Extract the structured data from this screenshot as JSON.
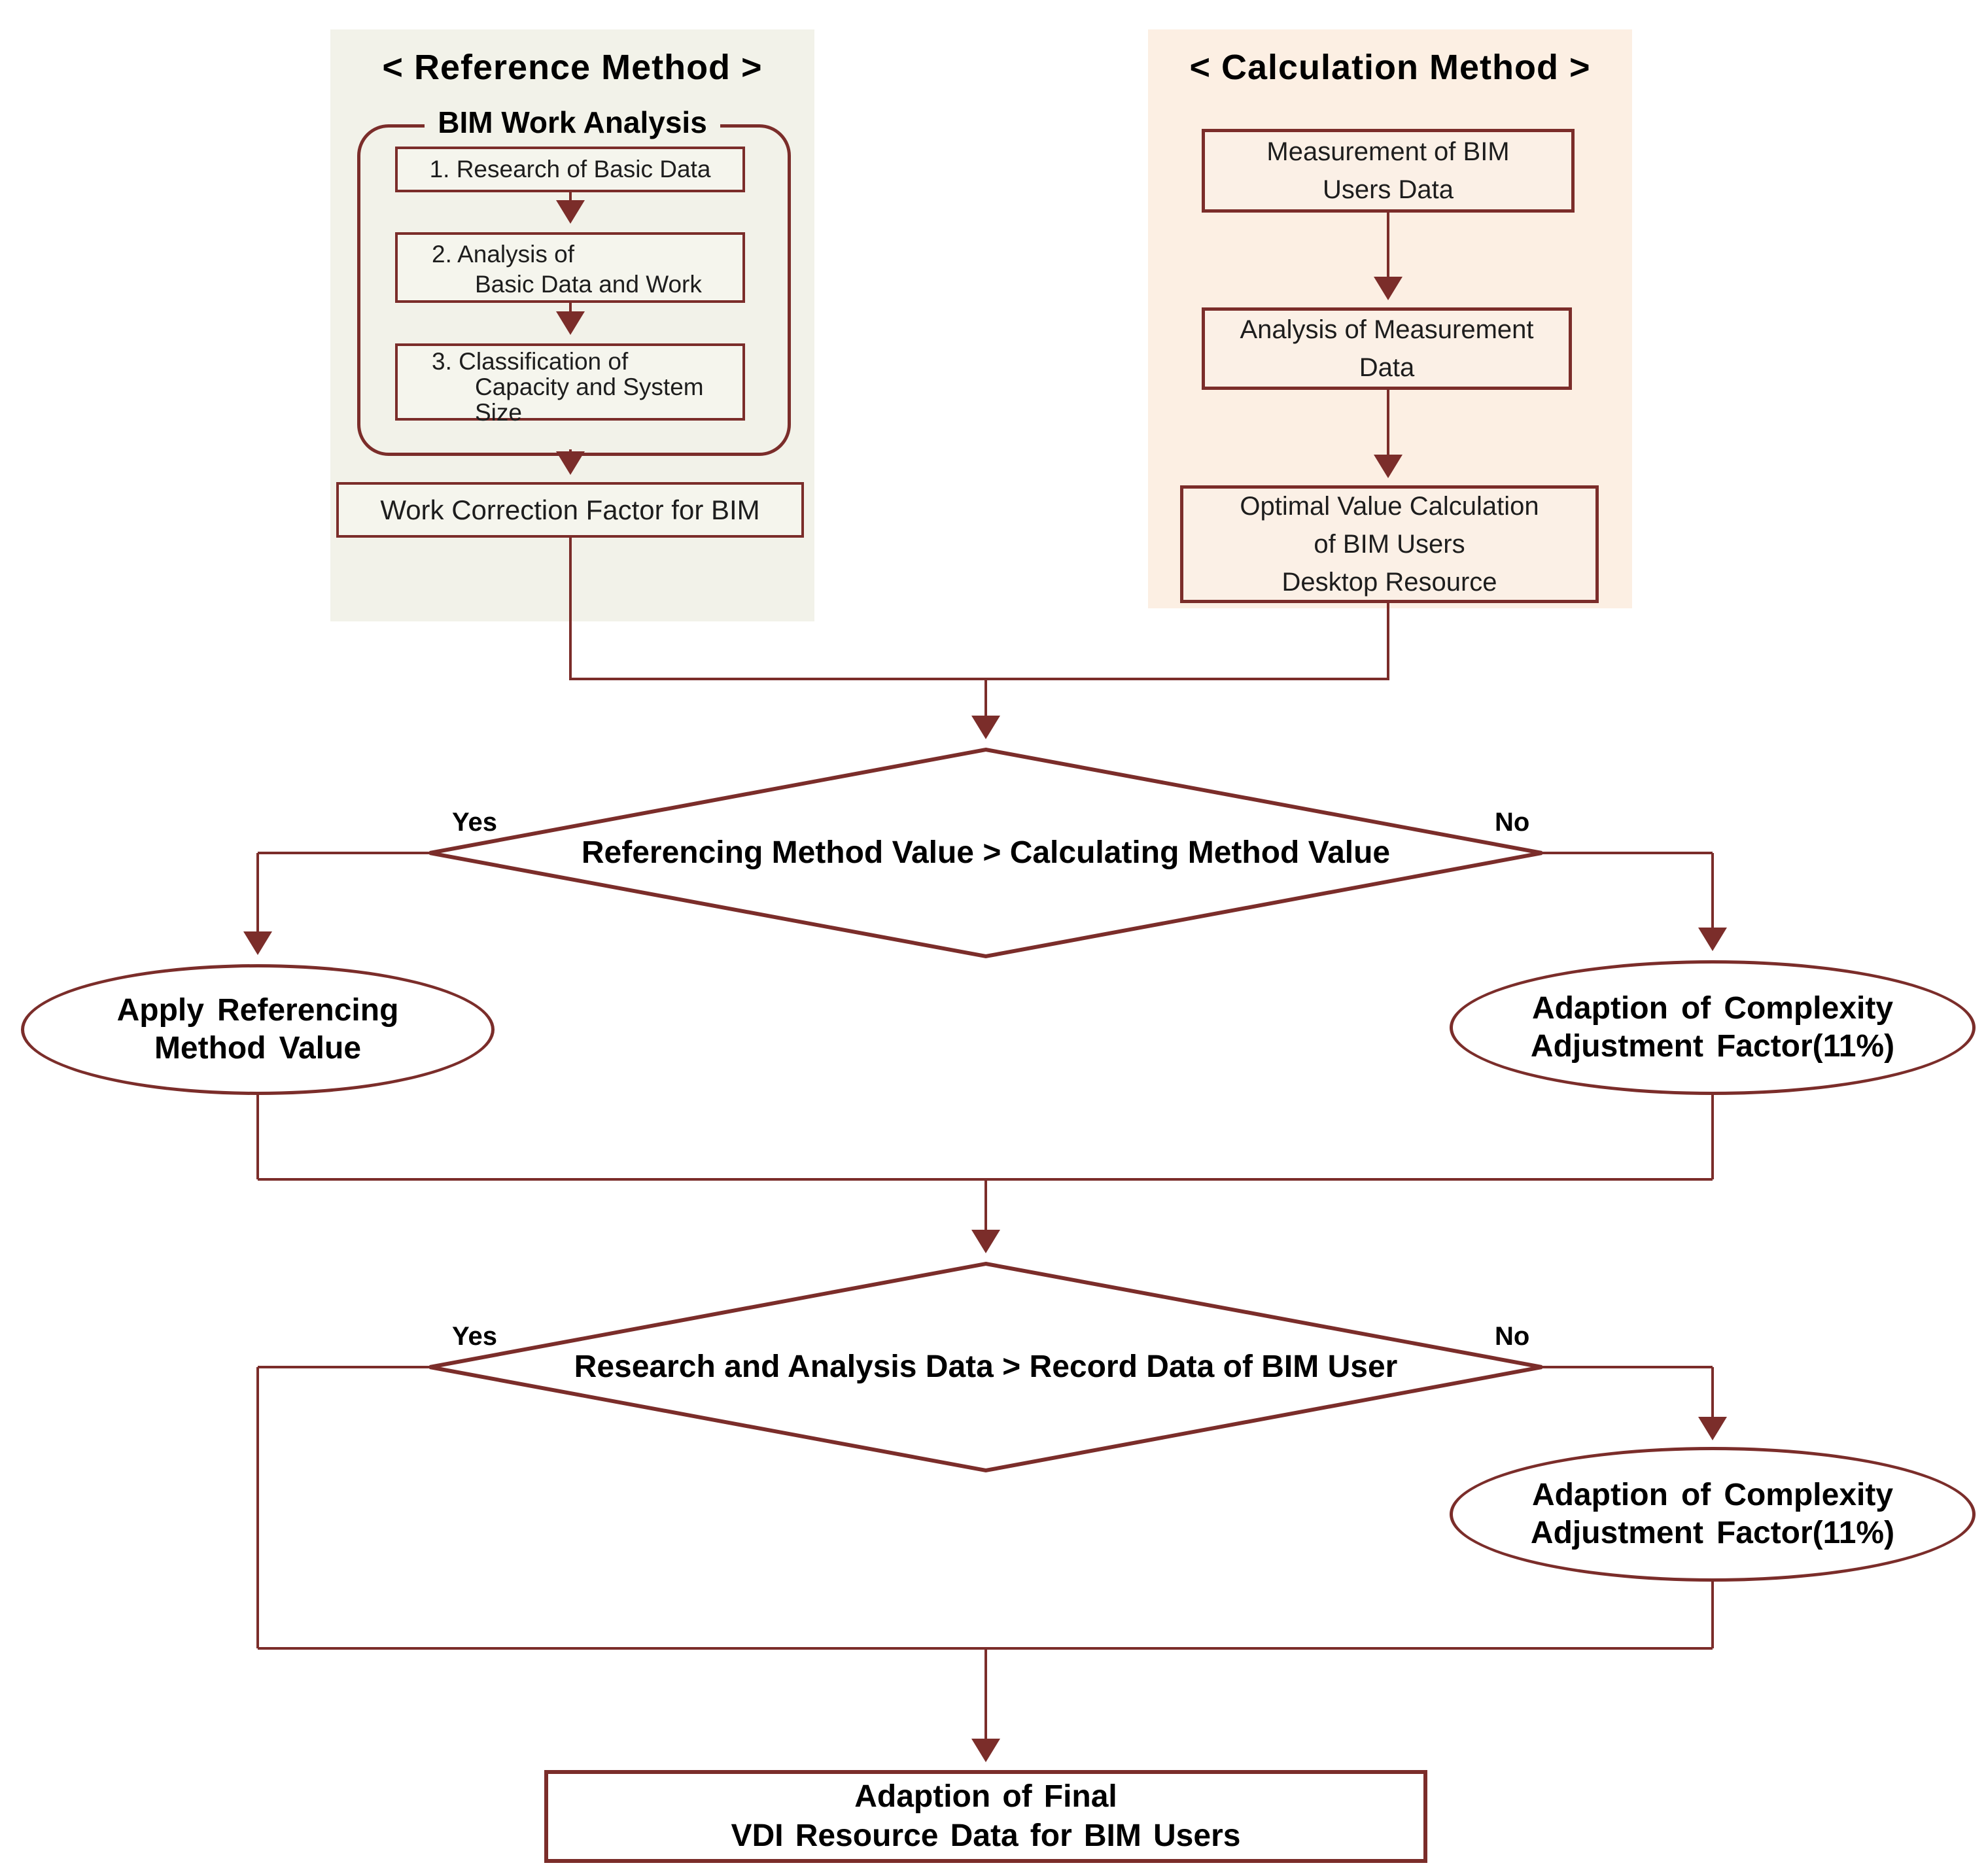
{
  "colors": {
    "stroke": "#7b2d2a",
    "panel_left_bg": "#f2f2e9",
    "panel_right_bg": "#fcefe3",
    "box_left_bg": "#f5f5ed",
    "box_right_bg": "#fbf0e6",
    "node_bg": "#ffffff",
    "text": "#000000"
  },
  "reference_panel": {
    "title": "< Reference Method >",
    "group_label": "BIM Work Analysis",
    "step1": "1. Research of Basic Data",
    "step2_line1": "2. Analysis of",
    "step2_line2": "Basic Data and Work",
    "step3_line1": "3. Classification of",
    "step3_line2": "Capacity and System",
    "step3_line3": "Size",
    "result_box": "Work Correction Factor for BIM"
  },
  "calculation_panel": {
    "title": "< Calculation Method >",
    "box1_line1": "Measurement of BIM",
    "box1_line2": "Users Data",
    "box2_line1": "Analysis of Measurement",
    "box2_line2": "Data",
    "box3_line1": "Optimal Value Calculation",
    "box3_line2": "of BIM Users",
    "box3_line3": "Desktop Resource"
  },
  "decision1": {
    "text": "Referencing Method Value > Calculating Method Value",
    "yes_label": "Yes",
    "no_label": "No"
  },
  "decision2": {
    "text": "Research and Analysis Data > Record Data of BIM User",
    "yes_label": "Yes",
    "no_label": "No"
  },
  "ellipse_apply": {
    "line1": "Apply Referencing",
    "line2": "Method Value"
  },
  "ellipse_adaption1": {
    "line1": "Adaption of Complexity",
    "line2": "Adjustment Factor(11%)"
  },
  "ellipse_adaption2": {
    "line1": "Adaption of Complexity",
    "line2": "Adjustment Factor(11%)"
  },
  "final_box": {
    "line1": "Adaption of Final",
    "line2": "VDI Resource Data for BIM Users"
  }
}
